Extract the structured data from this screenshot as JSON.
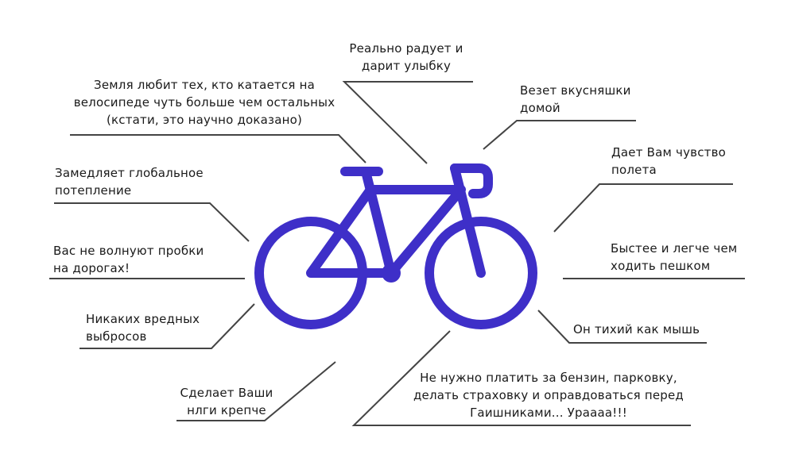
{
  "colors": {
    "bike": "#3e2fc8",
    "lines": "#444444",
    "text": "#1a1a1a",
    "background": "#ffffff"
  },
  "icons": {
    "center": "bicycle-icon"
  },
  "labels": [
    {
      "id": "smile",
      "lines": [
        "Реально радует и",
        "дарит улыбку"
      ]
    },
    {
      "id": "earth",
      "lines": [
        "Земля любит тех, кто катается на",
        "велосипеде чуть больше чем остальных",
        "(кстати, это научно доказано)"
      ]
    },
    {
      "id": "snacks",
      "lines": [
        "Везет вкусняшки",
        "домой"
      ]
    },
    {
      "id": "flight",
      "lines": [
        "Дает Вам чувство",
        "полета"
      ]
    },
    {
      "id": "warming",
      "lines": [
        "Замедляет глобальное",
        "потепление"
      ]
    },
    {
      "id": "traffic",
      "lines": [
        "Вас не волнуют пробки",
        "на дорогах!"
      ]
    },
    {
      "id": "faster",
      "lines": [
        "Быстее и легче чем",
        "ходить пешком"
      ]
    },
    {
      "id": "emissions",
      "lines": [
        "Никаких вредных",
        "выбросов"
      ]
    },
    {
      "id": "quiet",
      "lines": [
        "Он тихий как мышь"
      ]
    },
    {
      "id": "legs",
      "lines": [
        "Сделает Ваши",
        "нлги крепче"
      ]
    },
    {
      "id": "money",
      "lines": [
        "Не нужно платить за бензин, парковку,",
        "делать страховку и оправдоваться перед",
        "Гаишниками... Урaaaa!!!"
      ]
    }
  ]
}
